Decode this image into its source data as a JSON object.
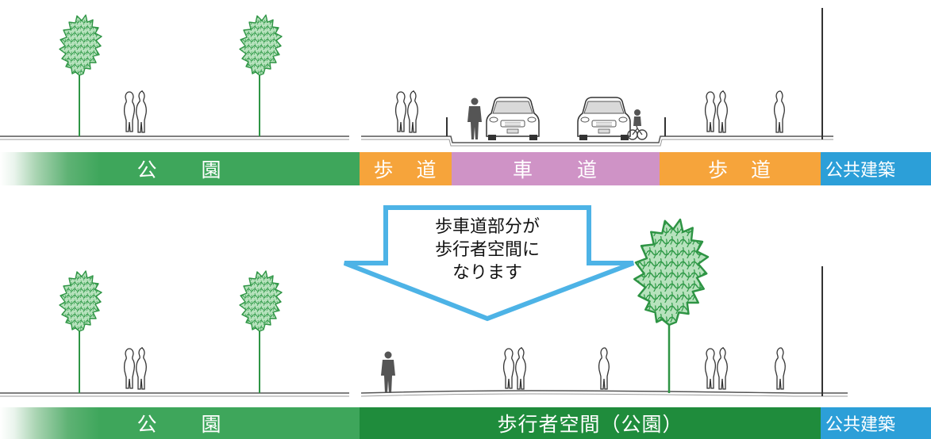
{
  "top_section": {
    "bands": {
      "park": "公　　園",
      "sidewalk_left": "歩　道",
      "roadway": "車　　道",
      "sidewalk_right": "歩　道",
      "public_building": "公共建築"
    }
  },
  "arrow_callout": {
    "lines": [
      "歩車道部分が",
      "歩行者空間に",
      "なります"
    ]
  },
  "bottom_section": {
    "bands": {
      "park": "公　　園",
      "pedestrian_space": "歩行者空間（公園）",
      "public_building": "公共建築"
    }
  },
  "colors": {
    "park": "#3ea65b",
    "sidewalk": "#f6a43b",
    "roadway": "#cf93c6",
    "pedestrian_space": "#1f8c3c",
    "public_building": "#2c9fd8",
    "arrow_outline": "#4db3e6",
    "tree_foliage": "#a8dbb0"
  },
  "icons": [
    "tree-icon",
    "pedestrian-pair-icon",
    "pedestrian-icon",
    "car-icon",
    "cyclist-icon",
    "bollard-icon"
  ]
}
